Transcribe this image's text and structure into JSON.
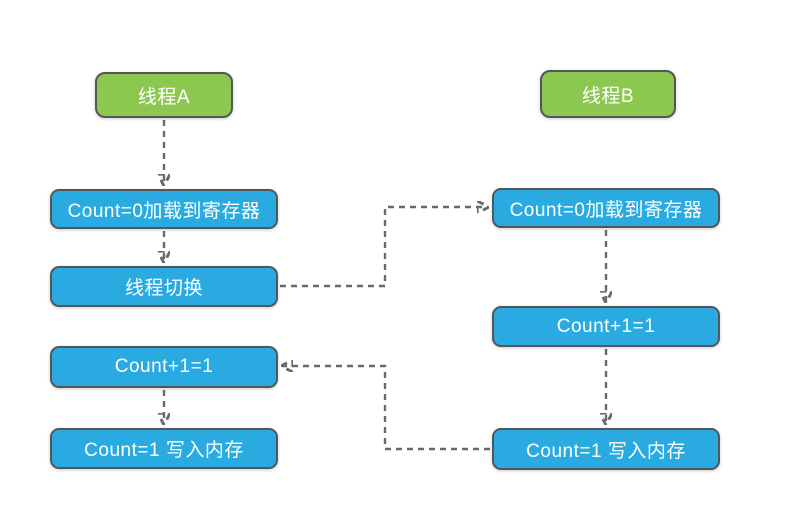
{
  "diagram": {
    "description": "Two-thread race condition flowchart",
    "colors": {
      "green_fill": "#8cc850",
      "blue_fill": "#29abe2",
      "node_border": "#55565a",
      "connector": "#666a6d",
      "text": "#ffffff",
      "background": "#ffffff"
    },
    "nodes": {
      "thread_a": {
        "label": "线程A",
        "type": "start",
        "color": "green"
      },
      "thread_b": {
        "label": "线程B",
        "type": "start",
        "color": "green"
      },
      "a_load": {
        "label": "Count=0加载到寄存器",
        "type": "process",
        "color": "blue"
      },
      "a_switch": {
        "label": "线程切换",
        "type": "process",
        "color": "blue"
      },
      "a_inc": {
        "label": "Count+1=1",
        "type": "process",
        "color": "blue"
      },
      "a_write": {
        "label": "Count=1 写入内存",
        "type": "process",
        "color": "blue"
      },
      "b_load": {
        "label": "Count=0加载到寄存器",
        "type": "process",
        "color": "blue"
      },
      "b_inc": {
        "label": "Count+1=1",
        "type": "process",
        "color": "blue"
      },
      "b_write": {
        "label": "Count=1 写入内存",
        "type": "process",
        "color": "blue"
      }
    },
    "edges": [
      {
        "from": "thread_a",
        "to": "a_load",
        "style": "dashed-arrow",
        "route": "straight-down"
      },
      {
        "from": "a_load",
        "to": "a_switch",
        "style": "dashed-arrow",
        "route": "straight-down"
      },
      {
        "from": "a_switch",
        "to": "b_load",
        "style": "dashed-arrow",
        "route": "elbow-right-up-right"
      },
      {
        "from": "b_load",
        "to": "b_inc",
        "style": "dashed-arrow",
        "route": "straight-down"
      },
      {
        "from": "b_inc",
        "to": "b_write",
        "style": "dashed-arrow",
        "route": "straight-down"
      },
      {
        "from": "b_write",
        "to": "a_inc",
        "style": "dashed-arrow",
        "route": "elbow-left-up-left"
      },
      {
        "from": "a_inc",
        "to": "a_write",
        "style": "dashed-arrow",
        "route": "straight-down"
      }
    ]
  }
}
